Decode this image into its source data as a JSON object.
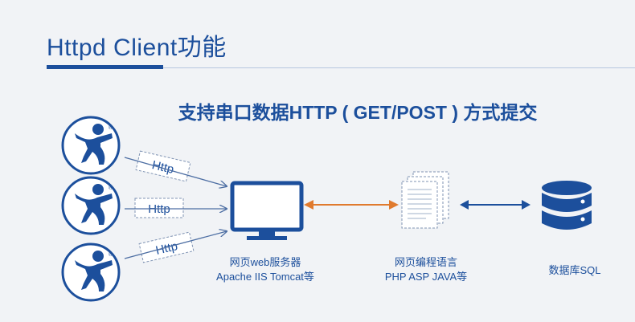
{
  "header": {
    "title": "Httpd Client功能"
  },
  "subtitle": "支持串口数据HTTP ( GET/POST ) 方式提交",
  "clients": [
    {
      "tag": "Http"
    },
    {
      "tag": "Http"
    },
    {
      "tag": "Http"
    }
  ],
  "nodes": {
    "server": {
      "line1": "网页web服务器",
      "line2": "Apache IIS Tomcat等"
    },
    "language": {
      "line1": "网页编程语言",
      "line2": "PHP ASP JAVA等"
    },
    "database": {
      "line1": "数据库SQL"
    }
  },
  "colors": {
    "brand": "#1c4f9c",
    "accent_arrow": "#e07a2e",
    "client_arrow": "#4d6ea3"
  },
  "icons": [
    "usr-logo-icon",
    "monitor-icon",
    "documents-icon",
    "database-icon"
  ]
}
